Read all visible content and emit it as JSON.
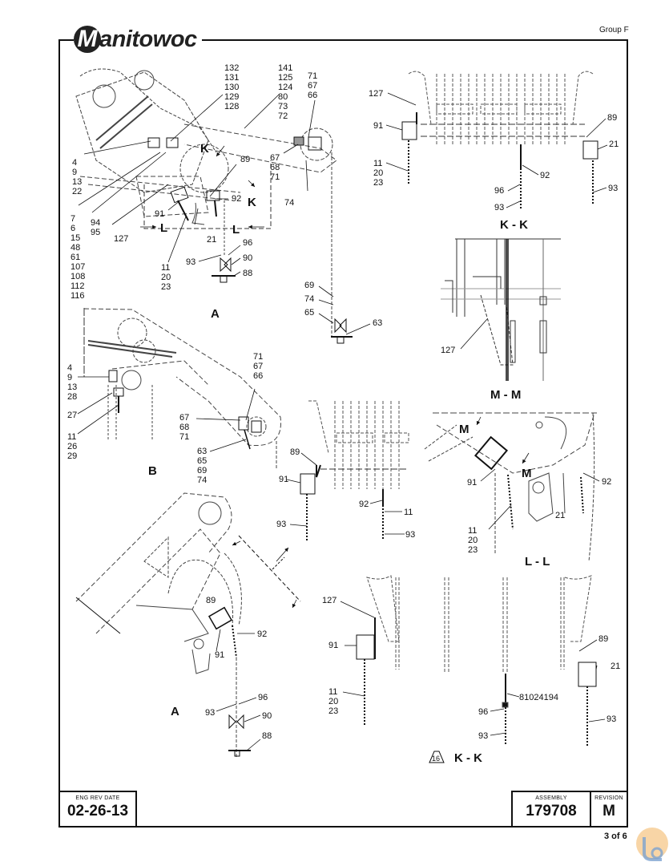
{
  "header": {
    "group_label": "Group F",
    "brand": "Manitowoc",
    "brand_initial": "M",
    "brand_rest": "anitowoc"
  },
  "views": {
    "view_a_top": {
      "title": "A",
      "callouts": {
        "c1": "132\n131\n130\n129\n128",
        "c2": "141\n125\n124\n80\n73\n72",
        "c3": "71\n67\n66",
        "c4": "4\n9\n13\n22",
        "c5": "67\n68\n71",
        "c6": "89",
        "c7": "92",
        "c8": "74",
        "c9": "7\n6\n15\n48\n61\n107\n108\n112\n116",
        "c10": "94\n95",
        "c11": "127",
        "c12": "91",
        "c13": "21",
        "c14": "11\n20\n23",
        "c15": "96",
        "c16": "93",
        "c17": "90",
        "c18": "88",
        "c19": "69",
        "c20": "74",
        "c21": "65",
        "c22": "63"
      },
      "section_marks": [
        "K",
        "K",
        "L",
        "L"
      ]
    },
    "view_kk_top": {
      "title": "K - K",
      "callouts": [
        "127",
        "91",
        "11\n20\n23",
        "89",
        "21",
        "92",
        "96",
        "93",
        "93"
      ]
    },
    "view_mm": {
      "title": "M - M",
      "callouts": [
        "127"
      ]
    },
    "view_b": {
      "title": "B",
      "callouts": [
        "4\n9\n13\n28",
        "27",
        "11\n26\n29",
        "71\n67\n66",
        "67\n68\n71",
        "63\n65\n69\n74"
      ]
    },
    "view_kk_mid": {
      "callouts": [
        "89",
        "91",
        "93",
        "92",
        "11",
        "93"
      ]
    },
    "view_ll": {
      "title": "L - L",
      "section_marks": [
        "M",
        "M"
      ],
      "callouts": [
        "91",
        "92",
        "21",
        "11\n20\n23"
      ]
    },
    "view_a_bottom": {
      "title": "A",
      "callouts": [
        "89",
        "92",
        "91",
        "96",
        "93",
        "90",
        "88"
      ]
    },
    "view_kk_bottom": {
      "title": "K - K",
      "revision_flag": "16",
      "callouts": [
        "127",
        "91",
        "11\n20\n23",
        "81024194",
        "96",
        "93",
        "89",
        "21",
        "93"
      ]
    }
  },
  "title_block": {
    "eng_rev_date_caption": "ENG REV DATE",
    "eng_rev_date": "02-26-13",
    "assembly_caption": "ASSEMBLY",
    "assembly": "179708",
    "revision_caption": "REVISION",
    "revision": "M",
    "page": "3 of 6"
  },
  "colors": {
    "ink": "#111111",
    "hidden_line": "#555555",
    "watermark_orange": "#f3b35c",
    "watermark_blue": "#7da3cf"
  }
}
